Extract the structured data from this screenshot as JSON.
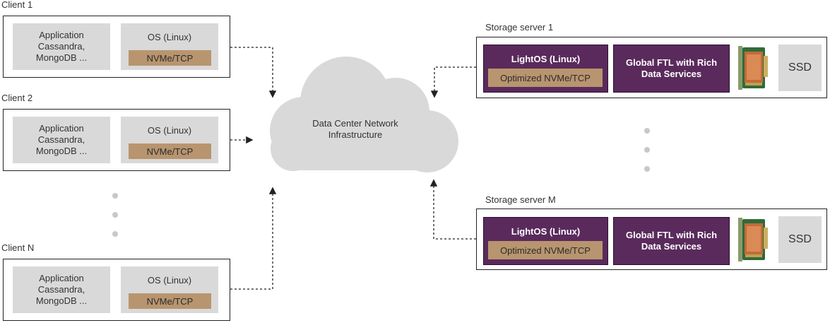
{
  "clients": [
    {
      "title": "Client 1",
      "app_lines": [
        "Application",
        "Cassandra,",
        "MongoDB ..."
      ],
      "os": "OS (Linux)",
      "transport": "NVMe/TCP"
    },
    {
      "title": "Client 2",
      "app_lines": [
        "Application",
        "Cassandra,",
        "MongoDB ..."
      ],
      "os": "OS (Linux)",
      "transport": "NVMe/TCP"
    },
    {
      "title": "Client N",
      "app_lines": [
        "Application",
        "Cassandra,",
        "MongoDB ..."
      ],
      "os": "OS (Linux)",
      "transport": "NVMe/TCP"
    }
  ],
  "cloud": {
    "lines": [
      "Data Center Network",
      "Infrastructure"
    ]
  },
  "servers": [
    {
      "title": "Storage server 1",
      "os": "LightOS (Linux)",
      "transport": "Optimized NVMe/TCP",
      "ftl_lines": [
        "Global FTL with Rich",
        "Data Services"
      ],
      "ssd": "SSD",
      "card_icon": "accelerator-card-icon"
    },
    {
      "title": "Storage server  M",
      "os": "LightOS (Linux)",
      "transport": "Optimized NVMe/TCP",
      "ftl_lines": [
        "Global FTL with Rich",
        "Data Services"
      ],
      "ssd": "SSD",
      "card_icon": "accelerator-card-icon"
    }
  ],
  "colors": {
    "purple": "#5a2a5c",
    "tan": "#b8956f",
    "grey": "#d9d9d9",
    "cloud": "#d9d9d9"
  }
}
